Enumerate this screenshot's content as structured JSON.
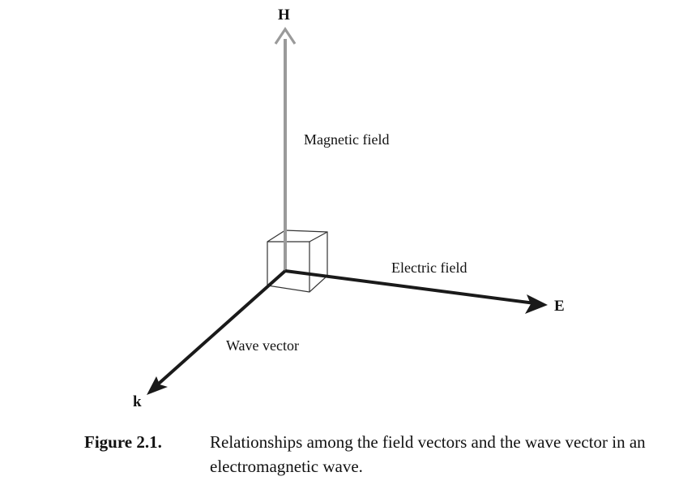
{
  "diagram": {
    "axes": {
      "h": {
        "letter": "H",
        "caption": "Magnetic field"
      },
      "e": {
        "letter": "E",
        "caption": "Electric field"
      },
      "k": {
        "letter": "k",
        "caption": "Wave vector"
      }
    },
    "colors": {
      "h_arrow": "#9a9a9a",
      "e_arrow": "#1a1a1a",
      "k_arrow": "#1a1a1a",
      "cube": "#333333"
    }
  },
  "caption": {
    "label": "Figure 2.1.",
    "text": "Relationships among the field vectors and the wave vector in an electromagnetic wave."
  }
}
